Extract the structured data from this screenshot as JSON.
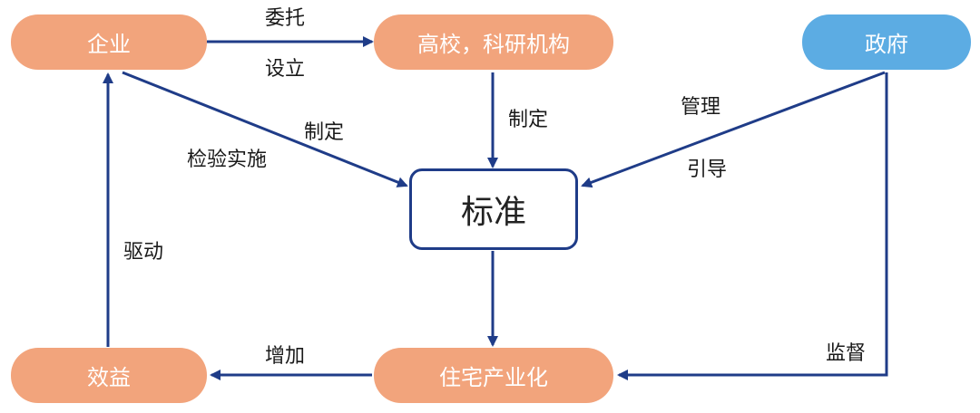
{
  "nodes": {
    "enterprise": "企业",
    "universities": "高校，科研机构",
    "government": "政府",
    "standard": "标准",
    "benefit": "效益",
    "housing_industrialization": "住宅产业化"
  },
  "edges": {
    "commission": "委托",
    "establish": "设立",
    "formulate_left": "制定",
    "inspect_implement": "检验实施",
    "formulate_center": "制定",
    "manage": "管理",
    "guide": "引导",
    "drive": "驱动",
    "increase": "增加",
    "supervise": "监督"
  },
  "colors": {
    "node_orange": "#f2a47c",
    "node_blue": "#5cace3",
    "arrow": "#1f3c88",
    "center_border": "#1f3c88"
  }
}
